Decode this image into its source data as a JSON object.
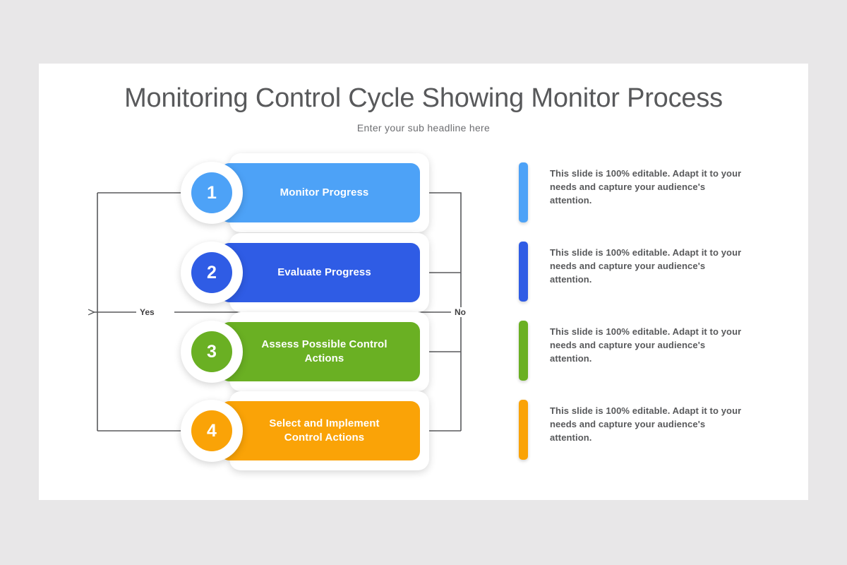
{
  "canvas": {
    "background_color": "#e8e7e8",
    "slide_background_color": "#ffffff"
  },
  "header": {
    "title": "Monitoring Control Cycle Showing Monitor Process",
    "subtitle": "Enter your sub headline here",
    "title_color": "#58595b",
    "subtitle_color": "#6d6e71"
  },
  "flow": {
    "line_color": "#58595b",
    "decision_labels": {
      "yes": "Yes",
      "no": "No"
    },
    "steps": [
      {
        "number": "1",
        "label": "Monitor Progress",
        "color": "#4da2f7"
      },
      {
        "number": "2",
        "label": "Evaluate Progress",
        "color": "#2f5ce5"
      },
      {
        "number": "3",
        "label": "Assess Possible Control Actions",
        "color": "#6ab023"
      },
      {
        "number": "4",
        "label": "Select and Implement Control Actions",
        "color": "#faa307"
      }
    ]
  },
  "descriptions": [
    {
      "accent_color": "#4da2f7",
      "text": "This slide is 100% editable. Adapt it to your needs and capture your audience's attention."
    },
    {
      "accent_color": "#2f5ce5",
      "text": "This slide is 100% editable. Adapt it to your needs and capture your audience's attention."
    },
    {
      "accent_color": "#6ab023",
      "text": "This slide is 100% editable. Adapt it to your needs and capture your audience's attention."
    },
    {
      "accent_color": "#faa307",
      "text": "This slide is 100% editable. Adapt it to your needs and capture your audience's attention."
    }
  ]
}
